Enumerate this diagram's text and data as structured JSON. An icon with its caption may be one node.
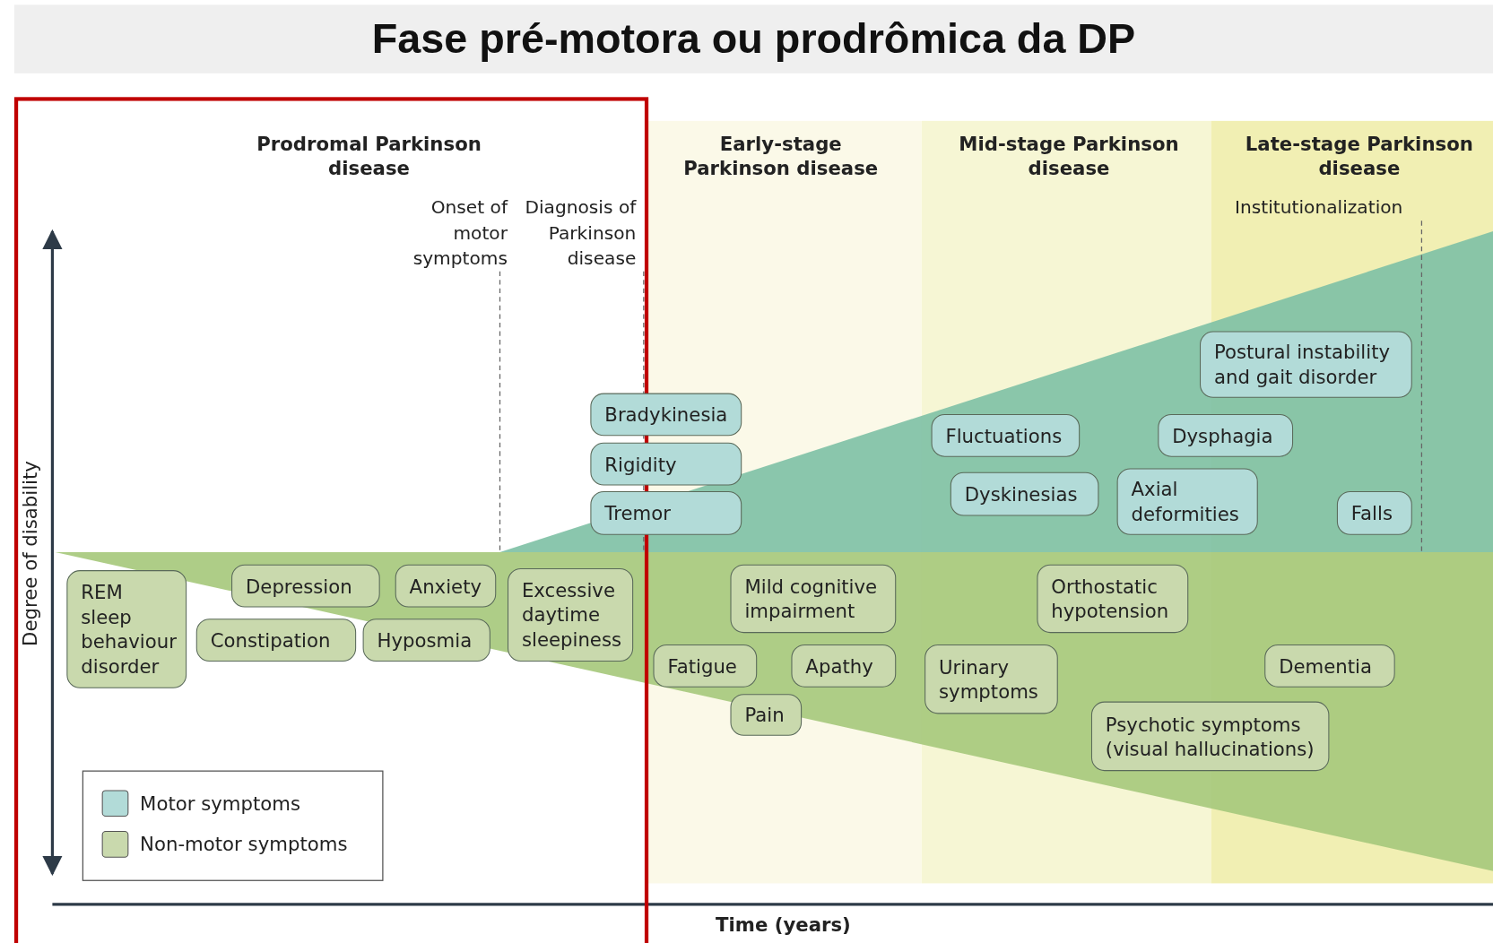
{
  "diagram": {
    "title": "Fase pré-motora ou prodrômica da DP",
    "nodes": [
      {
        "text": [
          "Postural instability and gait disorder"
        ]
      },
      {
        "text": [
          "Bradykinesia"
        ]
      },
      {
        "text": [
          "Fluctuations"
        ]
      },
      {
        "text": [
          "Dysphagia"
        ]
      },
      {
        "text": [
          "Rigidity"
        ]
      },
      {
        "text": [
          "Dyskinesias"
        ]
      },
      {
        "text": [
          "Axial deformities"
        ]
      },
      {
        "text": [
          "Tremor"
        ]
      },
      {
        "text": [
          "Falls"
        ]
      },
      {
        "text": [
          "REM sleep behaviour disorder"
        ]
      },
      {
        "text": [
          "Depression"
        ]
      },
      {
        "text": [
          "Anxiety"
        ]
      },
      {
        "text": [
          "Excessive daytime sleepiness"
        ]
      },
      {
        "text": [
          "Mild cognitive impairment"
        ]
      },
      {
        "text": [
          "Orthostatic hypotension"
        ]
      },
      {
        "text": [
          "Constipation"
        ]
      },
      {
        "text": [
          "Hyposmia"
        ]
      },
      {
        "text": [
          "Fatigue"
        ]
      },
      {
        "text": [
          "Apathy"
        ]
      },
      {
        "text": [
          "Urinary symptoms"
        ]
      },
      {
        "text": [
          "Dementia"
        ]
      },
      {
        "text": [
          "Pain"
        ]
      },
      {
        "text": [
          "Psychotic symptoms (visual hallucinations)"
        ]
      }
    ],
    "labels": [
      "Prodromal Parkinson disease",
      "Early-stage Parkinson disease",
      "Mid-stage Parkinson disease",
      "Late-stage Parkinson disease",
      "Onset of motor symptoms",
      "Diagnosis of Parkinson disease",
      "Institutionalization",
      "Degree of disability",
      "Time (years)"
    ],
    "legend": [
      {
        "text": "Motor symptoms",
        "color": "#b2dbd8"
      },
      {
        "text": "Non-motor symptoms",
        "color": "#c9d9ad"
      }
    ]
  }
}
